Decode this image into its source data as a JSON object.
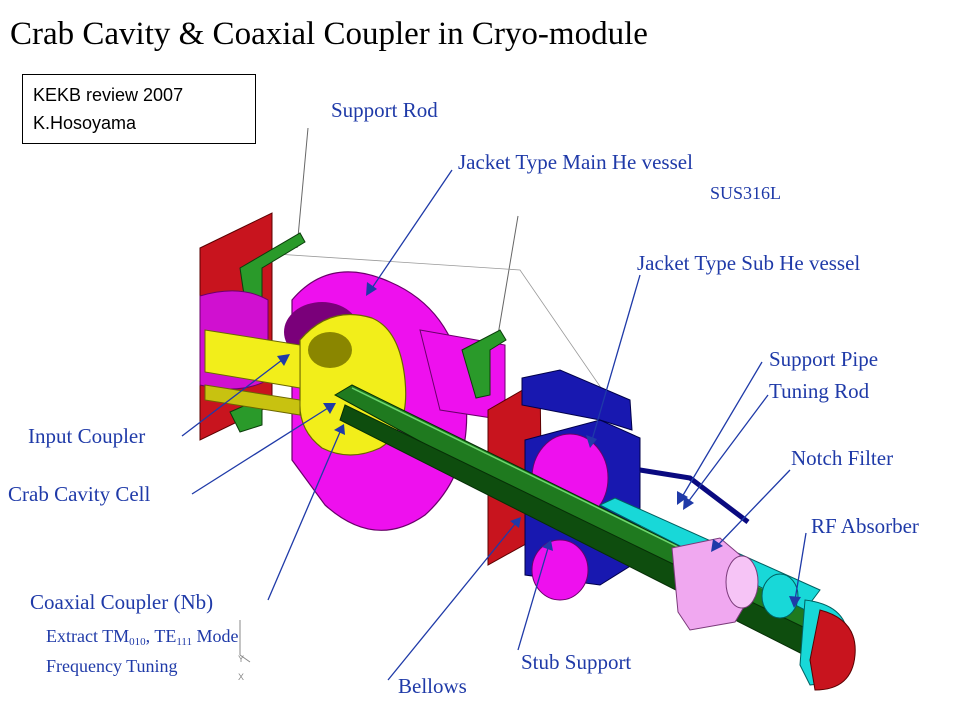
{
  "title": "Crab Cavity & Coaxial Coupler in Cryo-module",
  "credit_box": {
    "line1": "KEKB review 2007",
    "line2": "K.Hosoyama"
  },
  "labels": {
    "support_rod": "Support Rod",
    "main_he_vessel": "Jacket Type Main He vessel",
    "material": "SUS316L",
    "sub_he_vessel": "Jacket Type Sub He vessel",
    "support_pipe": "Support Pipe",
    "tuning_rod": "Tuning Rod",
    "notch_filter": "Notch Filter",
    "rf_absorber": "RF Absorber",
    "input_coupler": "Input Coupler",
    "crab_cavity_cell": "Crab Cavity Cell",
    "coaxial_coupler": "Coaxial Coupler (Nb)",
    "extract_prefix": "Extract  TM",
    "tm_sub": "010",
    "extract_mid": ", TE",
    "te_sub": "111",
    "extract_suffix": " Mode",
    "frequency_tuning": "Frequency Tuning",
    "stub_support": "Stub Support",
    "bellows": "Bellows"
  },
  "colors": {
    "leader": "#1f3aa8",
    "red_flange": "#c8141e",
    "magenta_vessel": "#ee10ee",
    "yellow_cell": "#f2ee1a",
    "green_coupler": "#1f7a1f",
    "blue_sub_vessel": "#1818b0",
    "cyan_absorber": "#18d8d8",
    "pink_filter": "#f0a8f0"
  }
}
